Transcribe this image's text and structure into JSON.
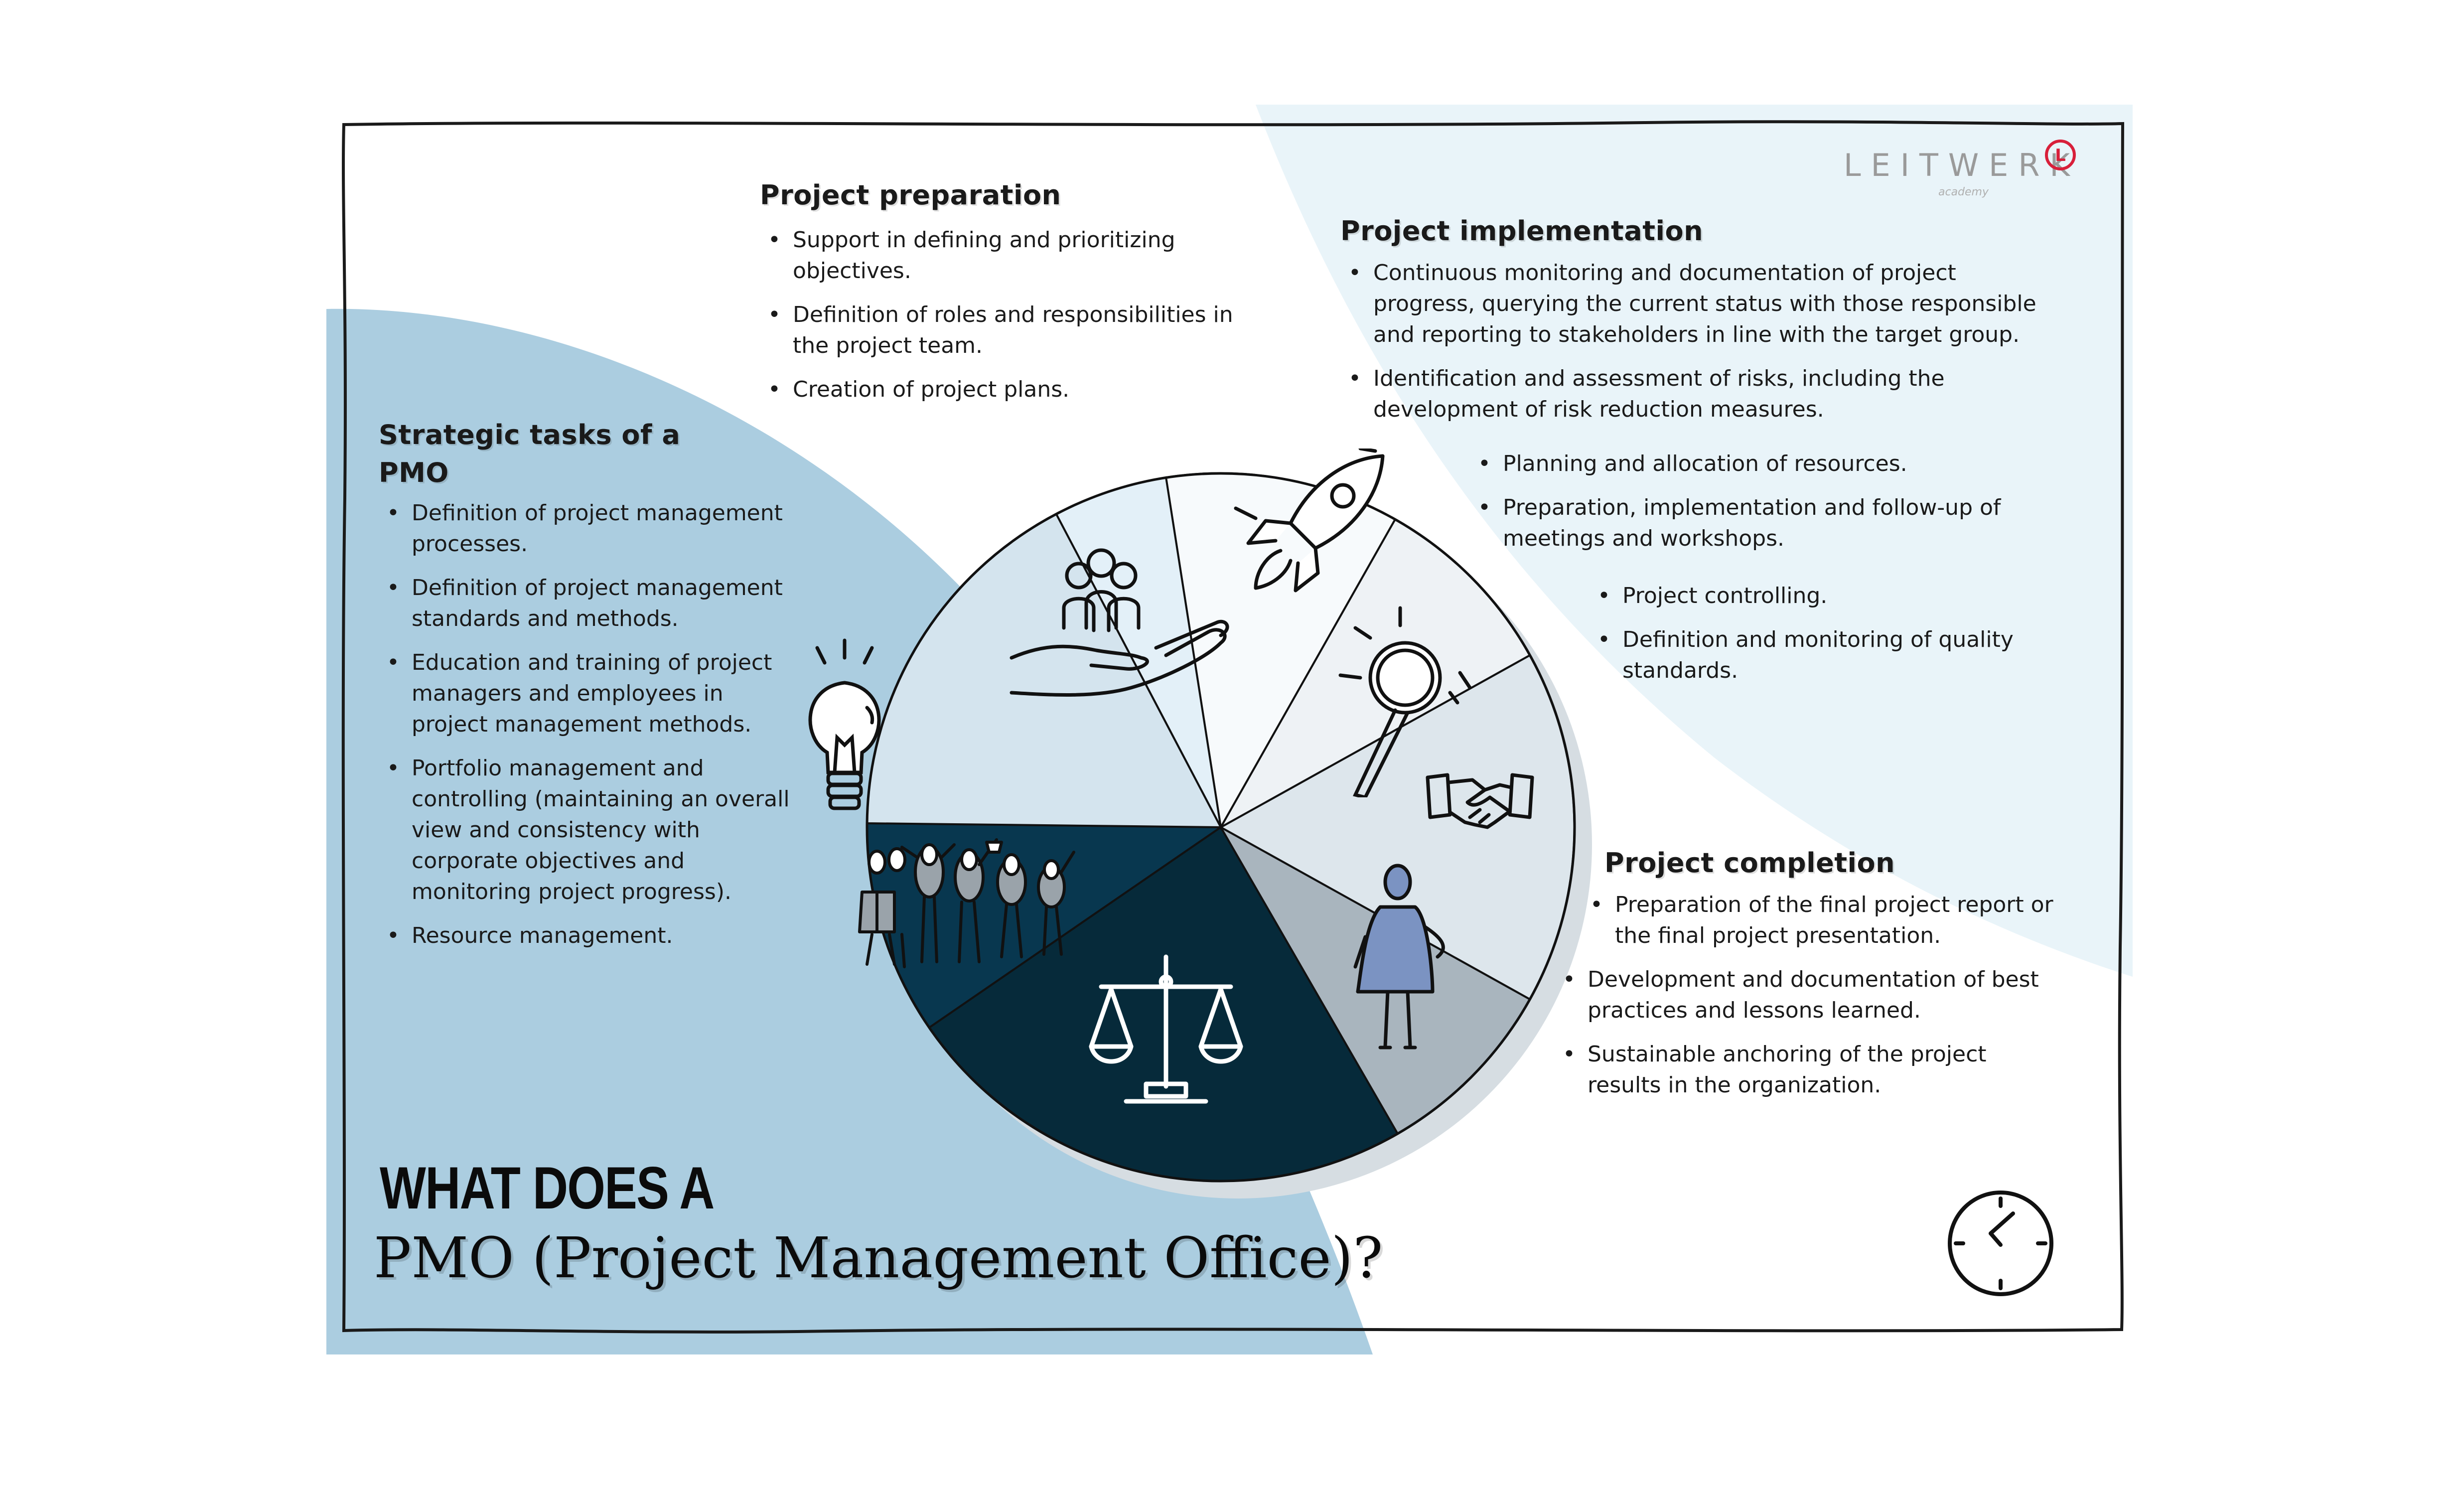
{
  "title": {
    "line1": "WHAT DOES A",
    "line2": "PMO (Project Management Office)?"
  },
  "logo": {
    "brand": "LEITWERK",
    "sub": "academy",
    "mark": "L"
  },
  "sections": {
    "strategic": {
      "heading_line1": "Strategic tasks of a",
      "heading_line2": "PMO",
      "items": [
        "Definition of project management processes.",
        "Definition of project management standards and methods.",
        "Education and training of project managers and employees in project management methods.",
        "Portfolio management and controlling (maintaining an overall view and consistency with corporate objectives and monitoring project progress).",
        "Resource management."
      ]
    },
    "preparation": {
      "heading": "Project preparation",
      "items": [
        "Support in defining and prioritizing objectives.",
        "Definition of roles and responsibilities in the project team.",
        "Creation of project plans."
      ]
    },
    "implementation": {
      "heading": "Project implementation",
      "items_a": [
        "Continuous monitoring and documentation of project progress, querying the current status with those responsible and reporting to stakeholders in line with the target group.",
        "Identification and assessment of risks, including the development of risk reduction measures."
      ],
      "items_b": [
        "Planning and allocation of resources.",
        "Preparation, implementation and follow-up of meetings and workshops."
      ],
      "items_c": [
        "Project controlling.",
        "Definition and monitoring of quality standards."
      ]
    },
    "completion": {
      "heading": "Project completion",
      "items": [
        "Preparation of the final project report or the final project presentation.",
        "Development and documentation of best practices and lessons learned.",
        "Sustainable anchoring of the project results in the organization."
      ]
    }
  },
  "colors": {
    "blue_left": "#abcde0",
    "blue_right": "#e9f4f9",
    "navy": "#062a3a",
    "navy_mid": "#08374f",
    "slate": "#a9b5be",
    "light1": "#dde6ec",
    "light2": "#d4e4ee",
    "figure_blue": "#7b93c2",
    "logo_red": "#d81f3a"
  },
  "icons": [
    "lightbulb-icon",
    "hand-team-icon",
    "rocket-icon",
    "magnifier-icon",
    "handshake-icon",
    "person-icon",
    "scales-icon",
    "team-celebration-icon",
    "clock-icon"
  ]
}
